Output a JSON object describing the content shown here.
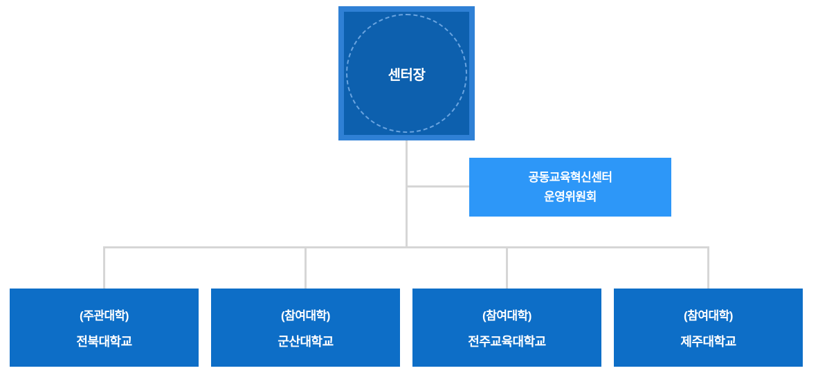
{
  "colors": {
    "background": "#ffffff",
    "director_border": "#2f80d5",
    "director_fill": "#0d60ae",
    "director_circle_stroke": "#6aa4e0",
    "committee_fill": "#2d97f8",
    "university_fill": "#0d6ec7",
    "connector_line": "#d6d6d6",
    "text": "#ffffff"
  },
  "org_chart": {
    "director": {
      "label": "센터장"
    },
    "committee": {
      "line1": "공동교육혁신센터",
      "line2": "운영위원회"
    },
    "universities": [
      {
        "role": "(주관대학)",
        "name": "전북대학교"
      },
      {
        "role": "(참여대학)",
        "name": "군산대학교"
      },
      {
        "role": "(참여대학)",
        "name": "전주교육대학교"
      },
      {
        "role": "(참여대학)",
        "name": "제주대학교"
      }
    ]
  }
}
